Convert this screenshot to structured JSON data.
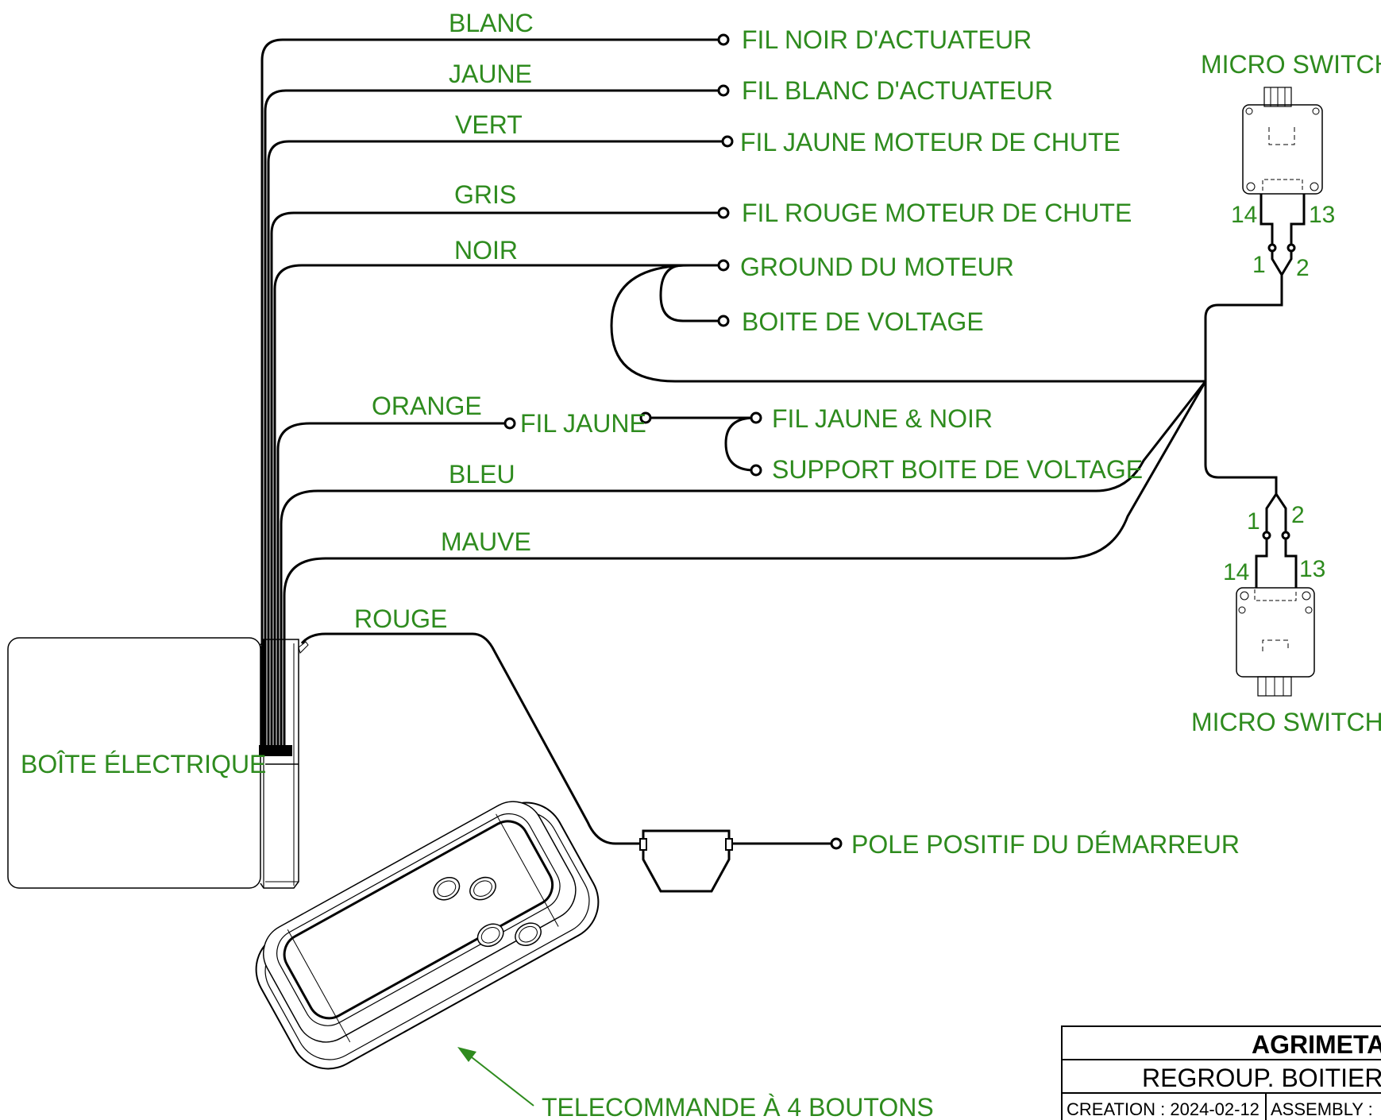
{
  "wires": {
    "blanc": "BLANC",
    "jaune": "JAUNE",
    "vert": "VERT",
    "gris": "GRIS",
    "noir": "NOIR",
    "orange": "ORANGE",
    "bleu": "BLEU",
    "mauve": "MAUVE",
    "rouge": "ROUGE"
  },
  "terminals": {
    "fil_noir_actuateur": "FIL NOIR D'ACTUATEUR",
    "fil_blanc_actuateur": "FIL BLANC D'ACTUATEUR",
    "fil_jaune_moteur_chute": "FIL JAUNE MOTEUR DE CHUTE",
    "fil_rouge_moteur_chute": "FIL ROUGE MOTEUR DE CHUTE",
    "ground_moteur": "GROUND DU MOTEUR",
    "boite_voltage": "BOITE DE VOLTAGE",
    "fil_jaune": "FIL JAUNE",
    "fil_jaune_noir": "FIL JAUNE & NOIR",
    "support_boite_voltage": "SUPPORT BOITE DE VOLTAGE",
    "pole_positif": "POLE POSITIF DU DÉMARREUR"
  },
  "components": {
    "boite_electrique": "BOÎTE ÉLECTRIQUE",
    "micro_switch_top": "MICRO SWITCH",
    "micro_switch_bottom": "MICRO SWITCH",
    "telecommande": "TELECOMMANDE À 4 BOUTONS"
  },
  "pins": {
    "top_14": "14",
    "top_13": "13",
    "top_1": "1",
    "top_2": "2",
    "bot_1": "1",
    "bot_2": "2",
    "bot_14": "14",
    "bot_13": "13"
  },
  "title_block": {
    "company": "AGRIMETAL",
    "title": "REGROUP. BOITIER E",
    "creation": "CREATION : 2024-02-12",
    "assembly": "ASSEMBLY :"
  }
}
